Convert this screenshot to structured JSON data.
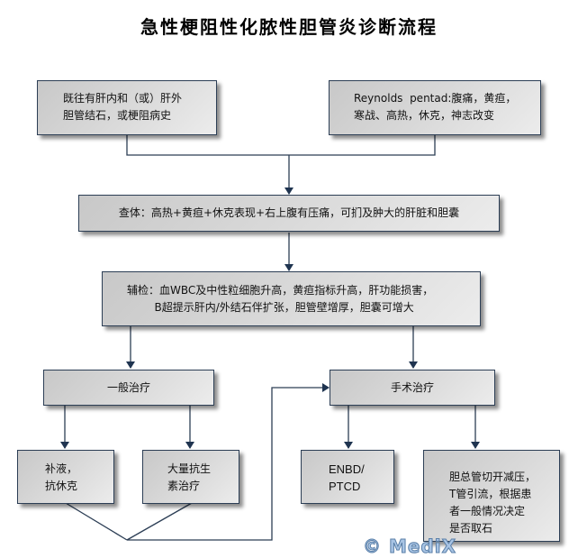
{
  "title": "急性梗阻性化脓性胆管炎诊断流程",
  "nodes": {
    "history": "既往有肝内和（或）肝外\n胆管结石，或梗阻病史",
    "reynolds": "Reynolds  pentad:腹痛，黄疸，\n寒战、高热，休克，神志改变",
    "physical_exam": "查体：高热+黄疸+休克表现+右上腹有压痛，可扪及肿大的肝脏和胆囊",
    "auxiliary_exam": "辅检：血WBC及中性粒细胞升高，黄疸指标升高，肝功能损害，\n        B超提示肝内/外结石伴扩张，胆管壁增厚，胆囊可增大",
    "general_treatment": "一般治疗",
    "surgical_treatment": "手术治疗",
    "fluid_antishock": "补液，\n抗休克",
    "antibiotics": "大量抗生\n素治疗",
    "enbd_ptcd": "ENBD/\nPTCD",
    "choledochotomy": "胆总管切开减压，\nT管引流，根据患\n者一般情况决定\n是否取石"
  },
  "watermark": "© MediX",
  "colors": {
    "border": "#2c3e55",
    "line": "#2c3e55",
    "box_fill_start": "#c8c8c8",
    "box_fill_end": "#ececec"
  }
}
